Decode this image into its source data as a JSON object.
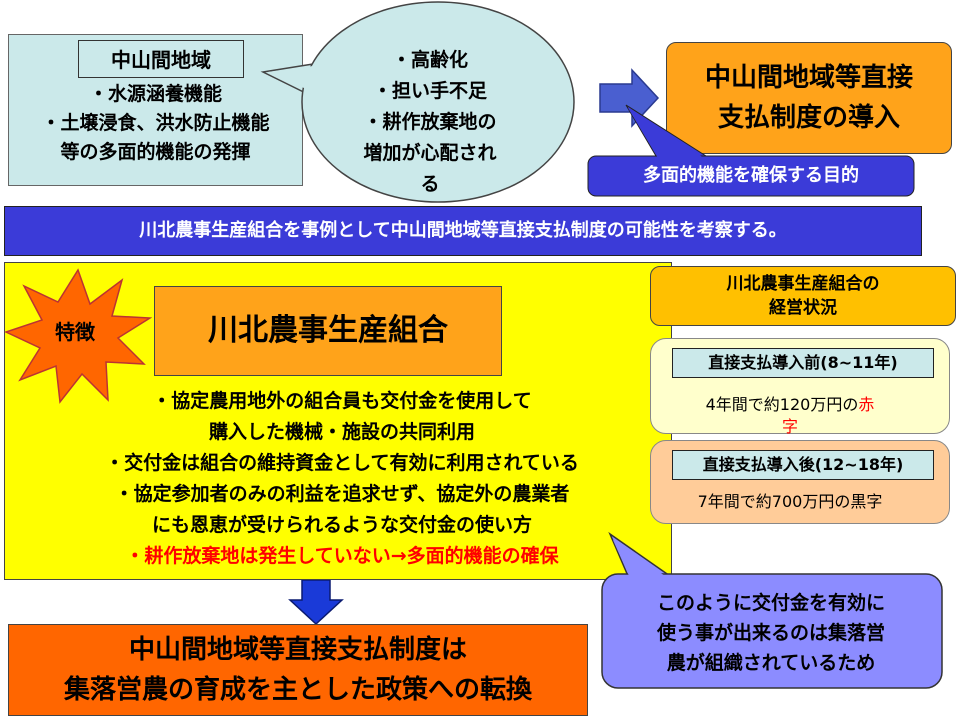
{
  "region": {
    "label": "中山間地域",
    "functions": [
      "・水源涵養機能",
      "・土壌浸食、洪水防止機能",
      "等の多面的機能の発揮"
    ]
  },
  "concerns": {
    "items": [
      "・高齢化",
      "・担い手不足",
      "・耕作放棄地の",
      "増加が心配され",
      "る"
    ]
  },
  "introduction": {
    "lines": [
      "中山間地域等直接",
      "支払制度の導入"
    ]
  },
  "purpose": {
    "text": "多面的機能を確保する目的"
  },
  "banner": {
    "text": "川北農事生産組合を事例として中山間地域等直接支払制度の可能性を考察する。"
  },
  "feature": {
    "label": "特徴",
    "title": "川北農事生産組合",
    "points": [
      "・協定農用地外の組合員も交付金を使用して",
      "購入した機械・施設の共同利用",
      "・交付金は組合の維持資金として有効に利用されている",
      "・協定参加者のみの利益を追求せず、協定外の農業者",
      "にも恩恵が受けられるような交付金の使い方"
    ],
    "highlight": "・耕作放棄地は発生していない→多面的機能の確保"
  },
  "conclusion": {
    "lines": [
      "中山間地域等直接支払制度は",
      "集落営農の育成を主とした政策への転換"
    ]
  },
  "status": {
    "title_lines": [
      "川北農事生産組合の",
      "経営状況"
    ],
    "before": {
      "label": "直接支払導入前(8~11年)",
      "value_prefix": "4年間で約120万円の",
      "value_red": "赤",
      "value_suffix": "字"
    },
    "after": {
      "label": "直接支払導入後(12~18年)",
      "value": "7年間で約700万円の黒字"
    }
  },
  "reason": {
    "lines": [
      "このように交付金を有効に",
      "使う事が出来るのは集落営",
      "農が組織されているため"
    ]
  },
  "colors": {
    "light_cyan": "#cbe9ea",
    "orange": "#ffa31a",
    "dark_orange": "#ff6600",
    "blue": "#3b3bd8",
    "yellow": "#ffff00",
    "red_text": "#ff0000",
    "lavender": "#8c8cff"
  }
}
